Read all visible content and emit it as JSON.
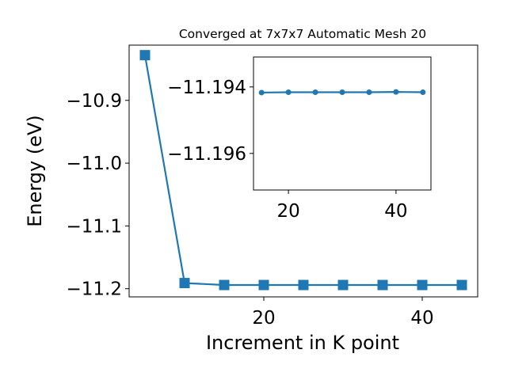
{
  "chart_data": [
    {
      "type": "line",
      "title": "Converged at 7x7x7 Automatic Mesh 20",
      "xlabel": "Increment in K point",
      "ylabel": "Energy (eV)",
      "xlim": [
        3,
        47
      ],
      "ylim": [
        -11.213,
        -10.812
      ],
      "xticks": [
        20,
        40
      ],
      "yticks": [
        -10.9,
        -11.0,
        -11.1,
        -11.2
      ],
      "ytick_labels": [
        "−10.9",
        "−11.0",
        "−11.1",
        "−11.2"
      ],
      "grid": false,
      "marker": "square",
      "color": "#1f77b4",
      "series": [
        {
          "x": [
            5,
            10,
            15,
            20,
            25,
            30,
            35,
            40,
            45
          ],
          "y": [
            -10.828,
            -11.191,
            -11.1941,
            -11.1941,
            -11.1941,
            -11.1941,
            -11.1941,
            -11.1941,
            -11.1941
          ]
        }
      ]
    },
    {
      "type": "line",
      "title": "",
      "xlabel": "",
      "ylabel": "",
      "xlim": [
        13.5,
        46.5
      ],
      "ylim": [
        -11.1971,
        -11.1931
      ],
      "xticks": [
        20,
        40
      ],
      "yticks": [
        -11.196,
        -11.194
      ],
      "ytick_labels": [
        "−11.196",
        "−11.194"
      ],
      "grid": false,
      "marker": "circle",
      "color": "#1f77b4",
      "series": [
        {
          "x": [
            15,
            20,
            25,
            30,
            35,
            40,
            45
          ],
          "y": [
            -11.19417,
            -11.19416,
            -11.19416,
            -11.19416,
            -11.19416,
            -11.19415,
            -11.19416
          ]
        }
      ]
    }
  ]
}
